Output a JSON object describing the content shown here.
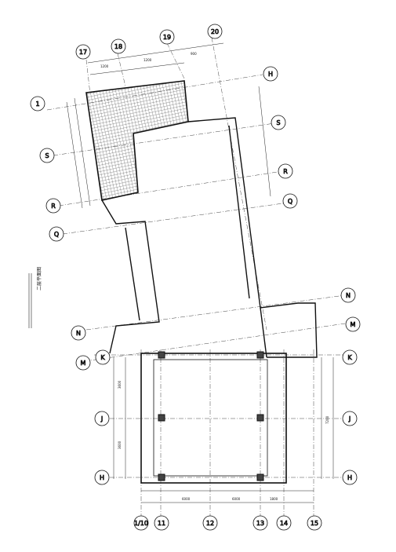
{
  "drawing": {
    "side_note": "二层平面图",
    "grid_bubbles": [
      {
        "id": "b-17",
        "label": "17"
      },
      {
        "id": "b-18",
        "label": "18"
      },
      {
        "id": "b-19",
        "label": "19"
      },
      {
        "id": "b-20",
        "label": "20"
      },
      {
        "id": "b-1",
        "label": "1"
      },
      {
        "id": "b-H-top",
        "label": "H"
      },
      {
        "id": "b-S-right",
        "label": "S"
      },
      {
        "id": "b-S-left",
        "label": "S"
      },
      {
        "id": "b-R-right",
        "label": "R"
      },
      {
        "id": "b-R-left",
        "label": "R"
      },
      {
        "id": "b-Q-right",
        "label": "Q"
      },
      {
        "id": "b-Q-left",
        "label": "Q"
      },
      {
        "id": "b-N-right",
        "label": "N"
      },
      {
        "id": "b-N-left",
        "label": "N"
      },
      {
        "id": "b-M-right",
        "label": "M"
      },
      {
        "id": "b-M-left",
        "label": "M"
      },
      {
        "id": "b-K-right",
        "label": "K"
      },
      {
        "id": "b-K-left",
        "label": "K"
      },
      {
        "id": "b-J-left",
        "label": "J"
      },
      {
        "id": "b-J-right",
        "label": "J"
      },
      {
        "id": "b-H-left",
        "label": "H"
      },
      {
        "id": "b-H-right",
        "label": "H"
      },
      {
        "id": "b-1-10",
        "label": "1/10"
      },
      {
        "id": "b-11",
        "label": "11"
      },
      {
        "id": "b-12",
        "label": "12"
      },
      {
        "id": "b-13",
        "label": "13"
      },
      {
        "id": "b-14",
        "label": "14"
      },
      {
        "id": "b-15",
        "label": "15"
      }
    ],
    "small_labels": [
      {
        "id": "top-dim-1",
        "text": "1200"
      },
      {
        "id": "top-dim-2",
        "text": "1200"
      },
      {
        "id": "top-dim-3",
        "text": "900"
      },
      {
        "id": "bottom-dim-1",
        "text": "6000"
      },
      {
        "id": "bottom-dim-2",
        "text": "6000"
      },
      {
        "id": "bottom-dim-3",
        "text": "1800"
      },
      {
        "id": "left-dim-1",
        "text": "3600"
      },
      {
        "id": "left-dim-2",
        "text": "3600"
      },
      {
        "id": "right-dim-1",
        "text": "7200"
      }
    ]
  }
}
